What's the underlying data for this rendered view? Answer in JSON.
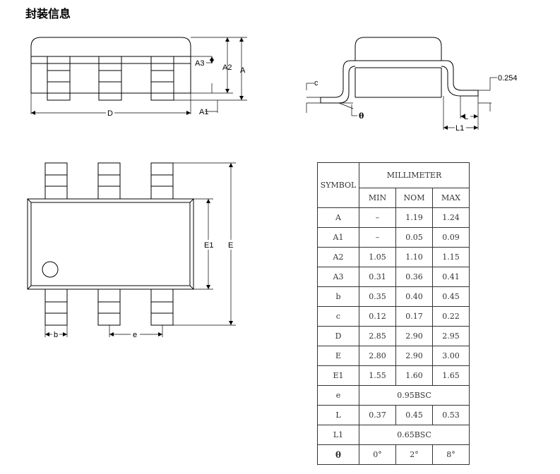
{
  "title": "封装信息",
  "drawing": {
    "top_view_labels": {
      "a3": "A3",
      "a2": "A2",
      "a": "A",
      "d": "D",
      "a1": "A1"
    },
    "side_view_labels": {
      "c": "c",
      "theta": "θ",
      "gauge": "0.254",
      "l": "L",
      "l1": "L1"
    },
    "plan_view_labels": {
      "e1": "E1",
      "e_big": "E",
      "b": "b",
      "e": "e"
    }
  },
  "table": {
    "symbol_header": "SYMBOL",
    "unit_header": "MILLIMETER",
    "sub_headers": [
      "MIN",
      "NOM",
      "MAX"
    ],
    "rows": [
      {
        "symbol": "A",
        "min": "–",
        "nom": "1.19",
        "max": "1.24"
      },
      {
        "symbol": "A1",
        "min": "–",
        "nom": "0.05",
        "max": "0.09"
      },
      {
        "symbol": "A2",
        "min": "1.05",
        "nom": "1.10",
        "max": "1.15"
      },
      {
        "symbol": "A3",
        "min": "0.31",
        "nom": "0.36",
        "max": "0.41"
      },
      {
        "symbol": "b",
        "min": "0.35",
        "nom": "0.40",
        "max": "0.45"
      },
      {
        "symbol": "c",
        "min": "0.12",
        "nom": "0.17",
        "max": "0.22"
      },
      {
        "symbol": "D",
        "min": "2.85",
        "nom": "2.90",
        "max": "2.95"
      },
      {
        "symbol": "E",
        "min": "2.80",
        "nom": "2.90",
        "max": "3.00"
      },
      {
        "symbol": "E1",
        "min": "1.55",
        "nom": "1.60",
        "max": "1.65"
      },
      {
        "symbol": "e",
        "bsc": "0.95BSC"
      },
      {
        "symbol": "L",
        "min": "0.37",
        "nom": "0.45",
        "max": "0.53"
      },
      {
        "symbol": "L1",
        "bsc": "0.65BSC"
      },
      {
        "symbol": "θ",
        "min": "0°",
        "nom": "2°",
        "max": "8°"
      }
    ]
  }
}
